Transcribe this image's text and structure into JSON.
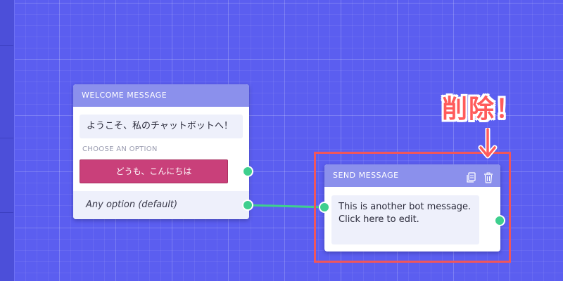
{
  "welcome_node": {
    "title": "WELCOME MESSAGE",
    "message": "ようこそ、私のチャットボットへ！",
    "choose_label": "CHOOSE AN OPTION",
    "option_label": "どうも、こんにちは",
    "default_option": "Any option (default)"
  },
  "send_node": {
    "title": "SEND MESSAGE",
    "body": "This is another bot message. Click here to edit.",
    "icons": [
      "copy-icon",
      "trash-icon"
    ]
  },
  "annotation": {
    "text": "削除！",
    "color": "#ff5b5b"
  },
  "colors": {
    "canvas": "#5b5ef0",
    "header": "#8b90ec",
    "option_button": "#c9407a",
    "port": "#3ecf8e",
    "highlight": "#f0565b"
  }
}
